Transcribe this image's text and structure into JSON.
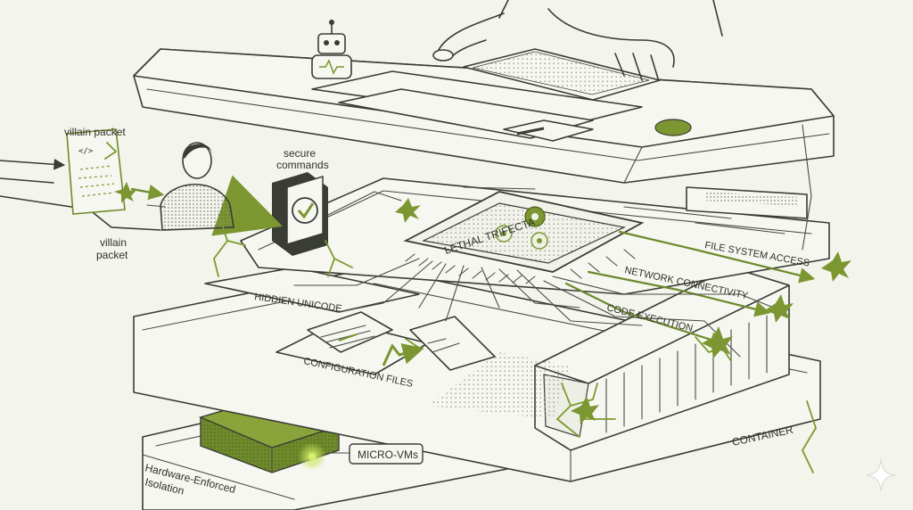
{
  "labels": {
    "villain_packet_top": "villain packet",
    "villain_packet_bottom_1": "villain",
    "villain_packet_bottom_2": "packet",
    "secure_commands_1": "secure",
    "secure_commands_2": "commands",
    "lethal_trifecta": "LETHAL TRIFECTA",
    "file_system_access": "FILE SYSTEM ACCESS",
    "network_connectivity": "NETWORK CONNECTIVITY",
    "code_execution": "CODE EXECUTION",
    "hidden_unicode": "HIDDIEN UNICODE",
    "configuration_files": "CONFIGURATION FILES",
    "container": "CONTAINER",
    "micro_vms": "MICRO-VMs",
    "hardware_isolation_1": "Hardware-Enforced",
    "hardware_isolation_2": "Isolation"
  },
  "code_tag": "</>",
  "colors": {
    "accent_green": "#7c9632",
    "ink": "#3a3d35",
    "background": "#f3f4ec"
  }
}
